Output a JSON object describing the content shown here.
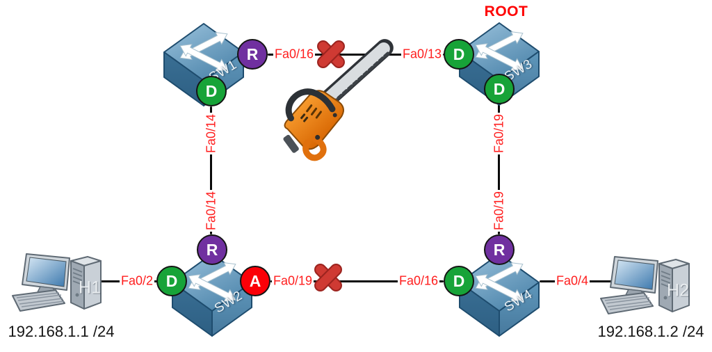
{
  "labels": {
    "root": "ROOT",
    "sw1": "SW1",
    "sw2": "SW2",
    "sw3": "SW3",
    "sw4": "SW4",
    "h1": "H1",
    "h2": "H2",
    "h1_ip": "192.168.1.1 /24",
    "h2_ip": "192.168.1.2 /24"
  },
  "ports": {
    "sw1_sw3": "Fa0/16",
    "sw3_sw1": "Fa0/13",
    "sw1_sw2": "Fa0/14",
    "sw2_sw1": "Fa0/14",
    "sw3_sw4": "Fa0/19",
    "sw4_sw3": "Fa0/19",
    "sw2_sw4": "Fa0/19",
    "sw4_sw2": "Fa0/16",
    "sw2_h1": "Fa0/2",
    "sw4_h2": "Fa0/4"
  },
  "roles": {
    "sw1_uplink": "R",
    "sw1_downlink": "D",
    "sw2_uplink": "R",
    "sw2_host": "D",
    "sw2_alt": "A",
    "sw3_link_sw1": "D",
    "sw3_link_sw4": "D",
    "sw4_uplink": "R",
    "sw4_link_sw2": "D"
  },
  "colors": {
    "designated_badge": "#17a338",
    "root_port_badge": "#7030a0",
    "alternate_badge": "#fb0007",
    "port_label_text": "#ff1d1d",
    "root_label_text": "#fe0202",
    "link_line": "#0a0a0a",
    "blocked_cross": "#cf3a33",
    "switch_fill": "#5f97bb",
    "chainsaw_body": "#e8750e"
  }
}
